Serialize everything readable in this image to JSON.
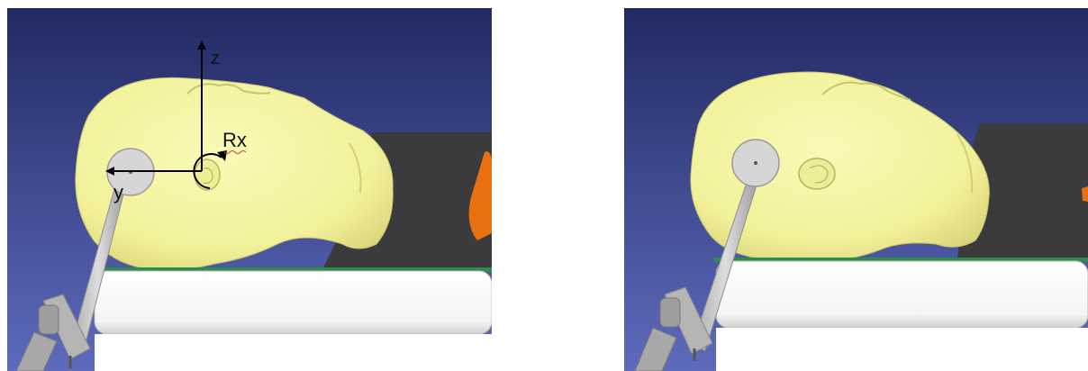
{
  "panels": [
    {
      "id": "left",
      "annotations": {
        "z_label": "z",
        "y_label": "y",
        "rx_label": "Rx"
      }
    },
    {
      "id": "right"
    }
  ],
  "colors": {
    "background_top": "#222a63",
    "background_bottom": "#5e6bbd",
    "head": "#f2f19a",
    "head_shadow": "#c9c56c",
    "table": "#fafafa",
    "table_rail": "#2f8c4a",
    "dark_block": "#3b3b3d",
    "orange_part": "#e8700f",
    "arm_metal": "#c9c9c9"
  }
}
